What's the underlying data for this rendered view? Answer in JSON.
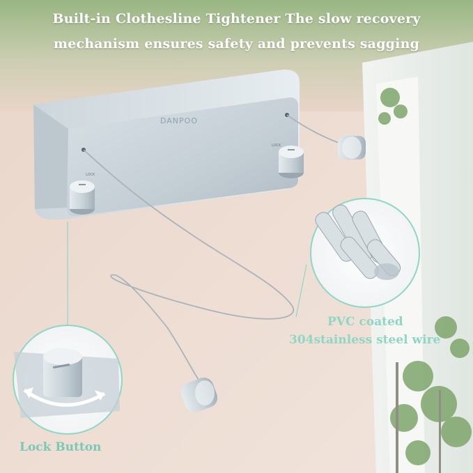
{
  "headline": {
    "line1": "Built-in Clothesline Tightener The slow recovery",
    "line2": "mechanism ensures safety and prevents sagging"
  },
  "product": {
    "brand": "DANPOO"
  },
  "callouts": {
    "wire_line1": "PVC coated",
    "wire_line2": "304stainless steel wire",
    "lock_button": "Lock Button"
  },
  "colors": {
    "accent_teal": "#8fd6c4",
    "body_silver": "#c9d2d8",
    "wall": "#e9d6cb",
    "sky_green": "#a9c79a"
  }
}
